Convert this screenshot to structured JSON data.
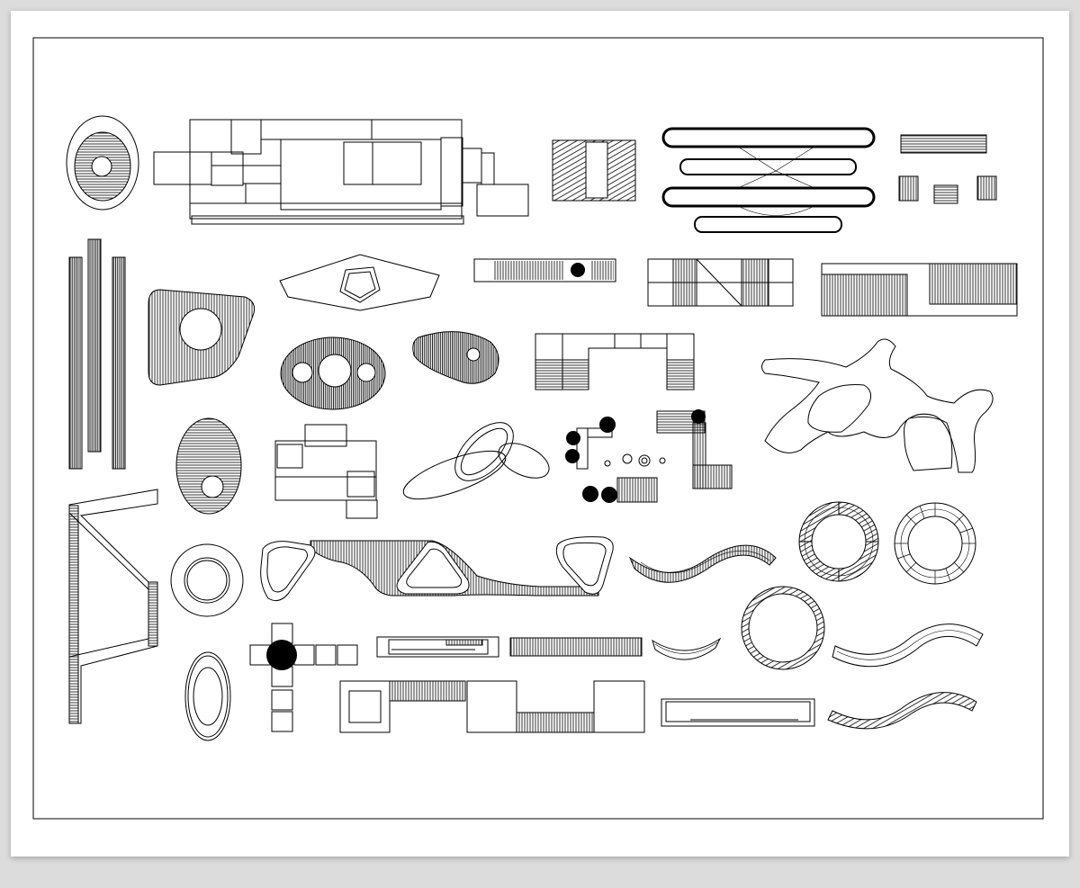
{
  "sheet": {
    "background": "#ffffff",
    "frame_color": "#000000",
    "page_background": "#dcdcdc"
  },
  "symbols": [
    {
      "id": "oval-paving",
      "icon": "hatched-oval-with-hole"
    },
    {
      "id": "block-cluster",
      "icon": "overlapping-rectangles"
    },
    {
      "id": "hatched-square-planter",
      "icon": "square-with-diagonal-hatch"
    },
    {
      "id": "serpentine-bench",
      "icon": "looped-bench"
    },
    {
      "id": "small-blocks",
      "icon": "hatched-blocks"
    },
    {
      "id": "striped-bars",
      "icon": "vertical-striped-bars"
    },
    {
      "id": "hex-plaza",
      "icon": "diamond-with-hexagon"
    },
    {
      "id": "linear-bench-with-plant",
      "icon": "striped-strip"
    },
    {
      "id": "quad-panels",
      "icon": "four-panel-grid"
    },
    {
      "id": "long-striped-panel",
      "icon": "striped-long-rectangle"
    },
    {
      "id": "rounded-trapezoid-deck",
      "icon": "hatched-trapezoid"
    },
    {
      "id": "three-hole-oval",
      "icon": "oval-three-holes"
    },
    {
      "id": "teardrop-deck",
      "icon": "hatched-teardrop"
    },
    {
      "id": "u-shaped-bench",
      "icon": "u-bench"
    },
    {
      "id": "branching-path",
      "icon": "organic-branching-path"
    },
    {
      "id": "striped-oval",
      "icon": "horizontal-striped-oval"
    },
    {
      "id": "stepped-squares",
      "icon": "stacked-squares"
    },
    {
      "id": "leaf-loops",
      "icon": "intersecting-loops"
    },
    {
      "id": "planter-layout",
      "icon": "l-shaped-benches-with-trees"
    },
    {
      "id": "zigzag-wall",
      "icon": "zigzag-bench"
    },
    {
      "id": "ring-plaza",
      "icon": "concentric-rings"
    },
    {
      "id": "triangle-path",
      "icon": "path-with-triangles"
    },
    {
      "id": "wave-bench",
      "icon": "curved-wave-bench"
    },
    {
      "id": "round-bench",
      "icon": "circular-bench"
    },
    {
      "id": "spoked-ring",
      "icon": "radial-ring"
    },
    {
      "id": "cross-planter",
      "icon": "cross-with-tree"
    },
    {
      "id": "slim-bench",
      "icon": "slim-striped-bench"
    },
    {
      "id": "curved-segment",
      "icon": "arc-bench"
    },
    {
      "id": "ellipse-ring",
      "icon": "double-ellipse"
    },
    {
      "id": "square-pads",
      "icon": "linked-square-pads"
    },
    {
      "id": "flat-bench",
      "icon": "flat-rectangle-bench"
    }
  ]
}
